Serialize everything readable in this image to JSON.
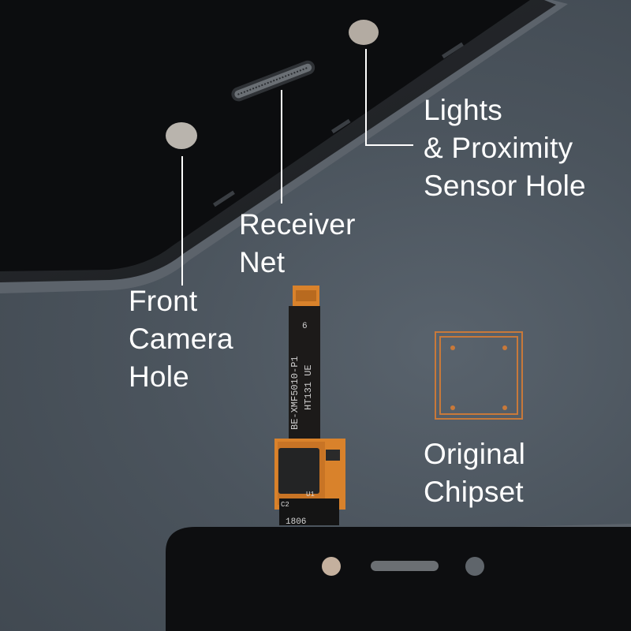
{
  "labels": {
    "front_camera": [
      "Front",
      "Camera",
      "Hole"
    ],
    "receiver": [
      "Receiver",
      "Net"
    ],
    "sensor": [
      "Lights",
      "& Proximity",
      "Sensor Hole"
    ],
    "chipset": [
      "Original",
      "Chipset"
    ]
  },
  "flex_cable": {
    "pin_number": "6",
    "part_number": "BE-XMF5010-P1",
    "batch_code": "HT131 UE",
    "component_c2": "C2",
    "component_u1": "U1",
    "date_code": "1806"
  },
  "colors": {
    "background": "#4a535c",
    "panel": "#0d0e10",
    "flex_orange": "#d9822b",
    "label_text": "#ffffff",
    "chip_icon": "#c8793a"
  },
  "icons": [
    "chip-icon"
  ]
}
